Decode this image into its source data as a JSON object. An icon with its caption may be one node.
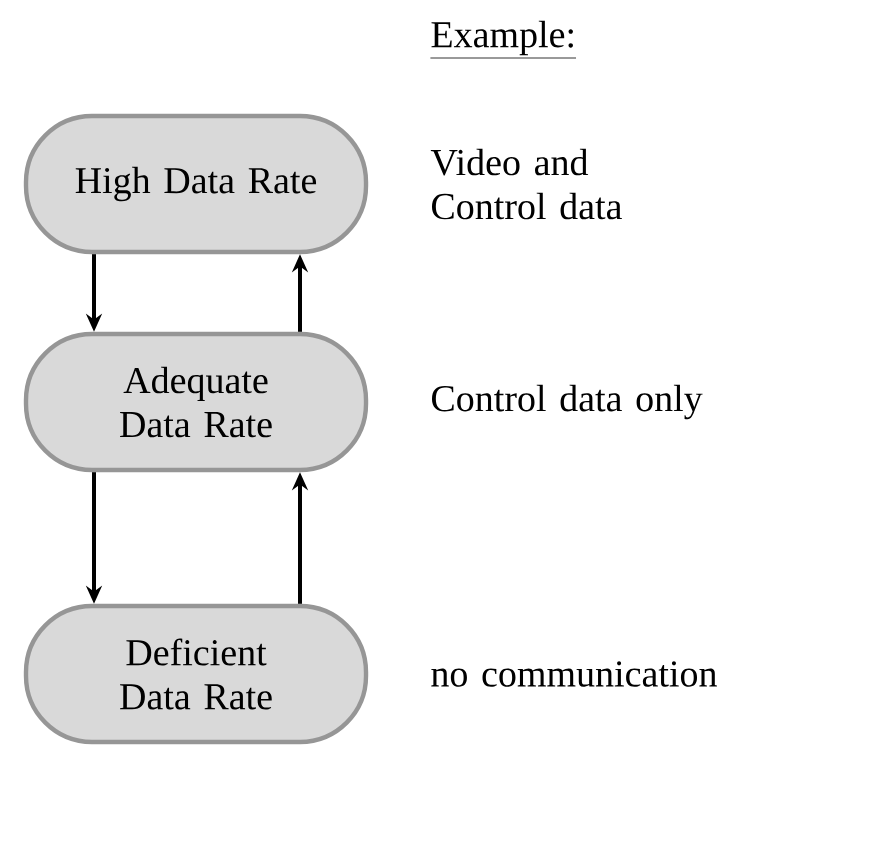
{
  "diagram": {
    "title": "Example:",
    "nodes": [
      {
        "text": [
          "High Data Rate"
        ],
        "beside": [
          "Video and Control data"
        ]
      },
      {
        "text": [
          "Adequate Data Rate"
        ],
        "beside": [
          "Control data only"
        ]
      },
      {
        "text": [
          "Deficient Data Rate"
        ],
        "beside": [
          "no communication"
        ]
      }
    ],
    "edges": [
      {
        "from": 0,
        "to": 1,
        "arrow": "to"
      },
      {
        "from": 1,
        "to": 0,
        "arrow": "to"
      },
      {
        "from": 1,
        "to": 2,
        "arrow": "to"
      },
      {
        "from": 2,
        "to": 1,
        "arrow": "to"
      }
    ]
  }
}
